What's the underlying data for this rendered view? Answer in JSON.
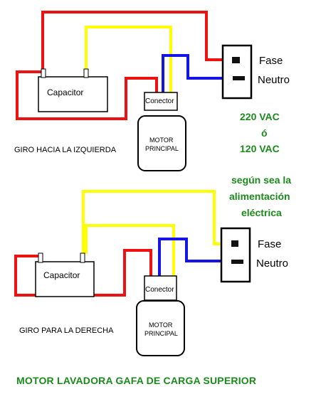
{
  "diagram_top": {
    "capacitor_label": "Capacitor",
    "connector_label": "Conector",
    "motor_label_line1": "MOTOR",
    "motor_label_line2": "PRINCIPAL",
    "rotation_label": "GIRO HACIA LA IZQUIERDA",
    "phase_label": "Fase",
    "neutral_label": "Neutro"
  },
  "diagram_bottom": {
    "capacitor_label": "Capacitor",
    "connector_label": "Conector",
    "motor_label_line1": "MOTOR",
    "motor_label_line2": "PRINCIPAL",
    "rotation_label": "GIRO  PARA LA DERECHA",
    "phase_label": "Fase",
    "neutral_label": "Neutro"
  },
  "voltage_note": {
    "line1": "220 VAC",
    "line2": "ó",
    "line3": "120 VAC",
    "line4": "según sea la",
    "line5": "alimentación",
    "line6": "eléctrica"
  },
  "footer_title": "MOTOR LAVADORA GAFA DE CARGA SUPERIOR",
  "colors": {
    "wire_red": "#ee1111",
    "wire_yellow": "#ffff00",
    "wire_blue": "#1414e6",
    "text_green": "#1a8a1a"
  }
}
